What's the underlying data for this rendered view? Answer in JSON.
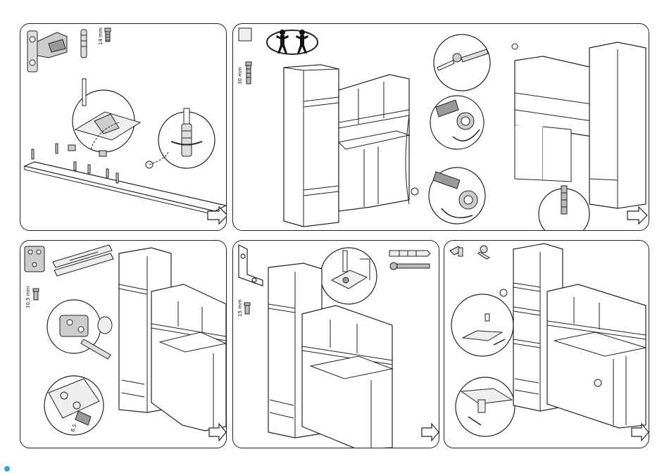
{
  "document": {
    "type": "furniture assembly instructions"
  },
  "panels": [
    {
      "id": "step-1",
      "labels": {
        "screw_length": "14 mm"
      }
    },
    {
      "id": "step-2",
      "labels": {
        "screw_length": "30 mm"
      }
    },
    {
      "id": "step-3",
      "labels": {
        "screw_length": "10,5 mm",
        "drill_depth": "6.5"
      }
    },
    {
      "id": "step-4",
      "labels": {
        "screw_length": "15 mm"
      }
    },
    {
      "id": "step-5",
      "labels": {}
    }
  ],
  "icons": [
    "two-person-icon",
    "next-arrow-icon",
    "screwdriver-icon",
    "hinge-icon",
    "screw-icon",
    "dowel-icon",
    "bracket-icon",
    "drawer-slide-icon",
    "cam-lock-icon"
  ]
}
